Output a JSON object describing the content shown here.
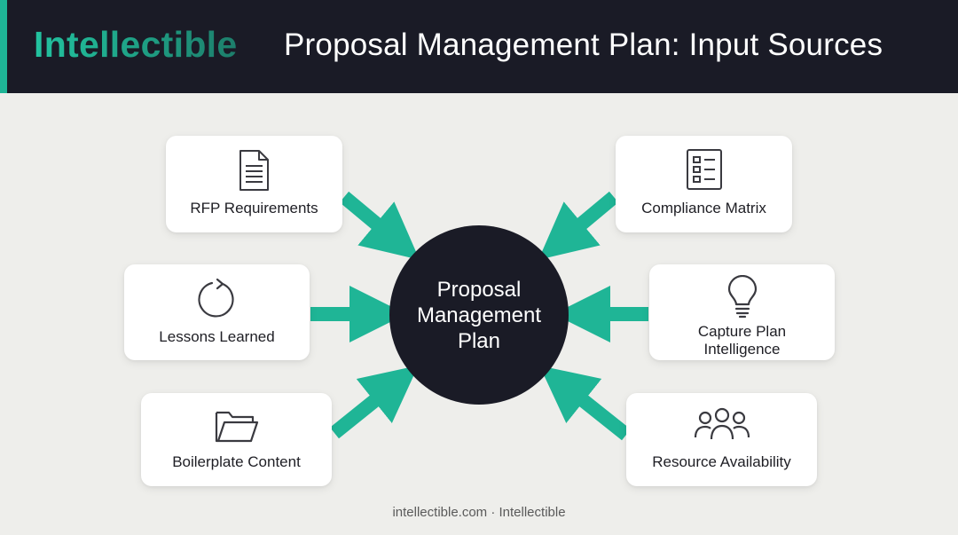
{
  "header": {
    "brand": "Intellectible",
    "title": "Proposal Management Plan: Input Sources"
  },
  "center": {
    "label": "Proposal Management Plan"
  },
  "inputs": [
    {
      "label": "RFP Requirements",
      "icon": "document-icon"
    },
    {
      "label": "Lessons Learned",
      "icon": "refresh-cycle-icon"
    },
    {
      "label": "Boilerplate Content",
      "icon": "folder-icon"
    },
    {
      "label": "Compliance Matrix",
      "icon": "checklist-icon"
    },
    {
      "label": "Capture Plan Intelligence",
      "icon": "lightbulb-icon"
    },
    {
      "label": "Resource Availability",
      "icon": "team-icon"
    }
  ],
  "colors": {
    "accent": "#1fb596",
    "dark": "#1a1b26",
    "background": "#eeeeeb"
  },
  "footer": {
    "text": "intellectible.com · Intellectible"
  }
}
